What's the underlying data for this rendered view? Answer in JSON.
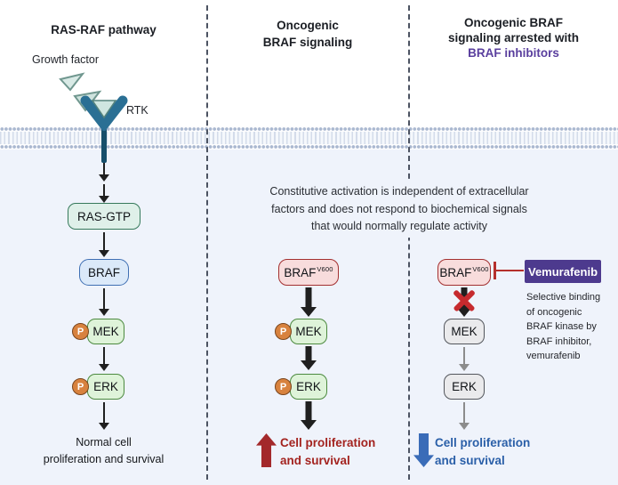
{
  "diagram": {
    "left": {
      "title": "RAS-RAF pathway",
      "growth_factor_label": "Growth factor",
      "rtk_label": "RTK",
      "nodes": {
        "ras": "RAS-GTP",
        "braf": "BRAF",
        "mek": "MEK",
        "erk": "ERK"
      },
      "outcome": {
        "line1": "Normal cell",
        "line2": "proliferation and survival"
      }
    },
    "middle": {
      "title": {
        "line1": "Oncogenic",
        "line2": "BRAF signaling"
      },
      "note": {
        "line1": "Constitutive activation is independent of extracellular",
        "line2": "factors and does not respond to biochemical signals",
        "line3": "that would normally regulate activity"
      },
      "nodes": {
        "braf": "BRAF",
        "braf_sup": "V600",
        "mek": "MEK",
        "erk": "ERK"
      },
      "outcome": {
        "line1": "Cell proliferation",
        "line2": "and survival"
      }
    },
    "right": {
      "title": {
        "line1": "Oncogenic BRAF",
        "line2": "signaling arrested with",
        "line3": "BRAF inhibitors"
      },
      "drug": {
        "name": "Vemurafenib",
        "note_line1": "Selective binding",
        "note_line2": "of oncogenic",
        "note_line3": "BRAF kinase by",
        "note_line4": "BRAF inhibitor,",
        "note_line5": "vemurafenib"
      },
      "nodes": {
        "braf": "BRAF",
        "braf_sup": "V600",
        "mek": "MEK",
        "erk": "ERK"
      },
      "outcome": {
        "line1": "Cell proliferation",
        "line2": "and survival"
      }
    },
    "shared": {
      "phospho_label": "P"
    },
    "colors": {
      "accent_purple": "#5a3f9e",
      "drug_box_purple": "#4d3a8e",
      "outcome_red": "#a3231f",
      "outcome_blue": "#2a5fa8",
      "inhibition_red": "#b5302c",
      "blocked_x_red": "#c62a2e",
      "membrane_gray_blue": "#aab8d0",
      "cytoplasm_blue": "#eff3fb"
    }
  }
}
